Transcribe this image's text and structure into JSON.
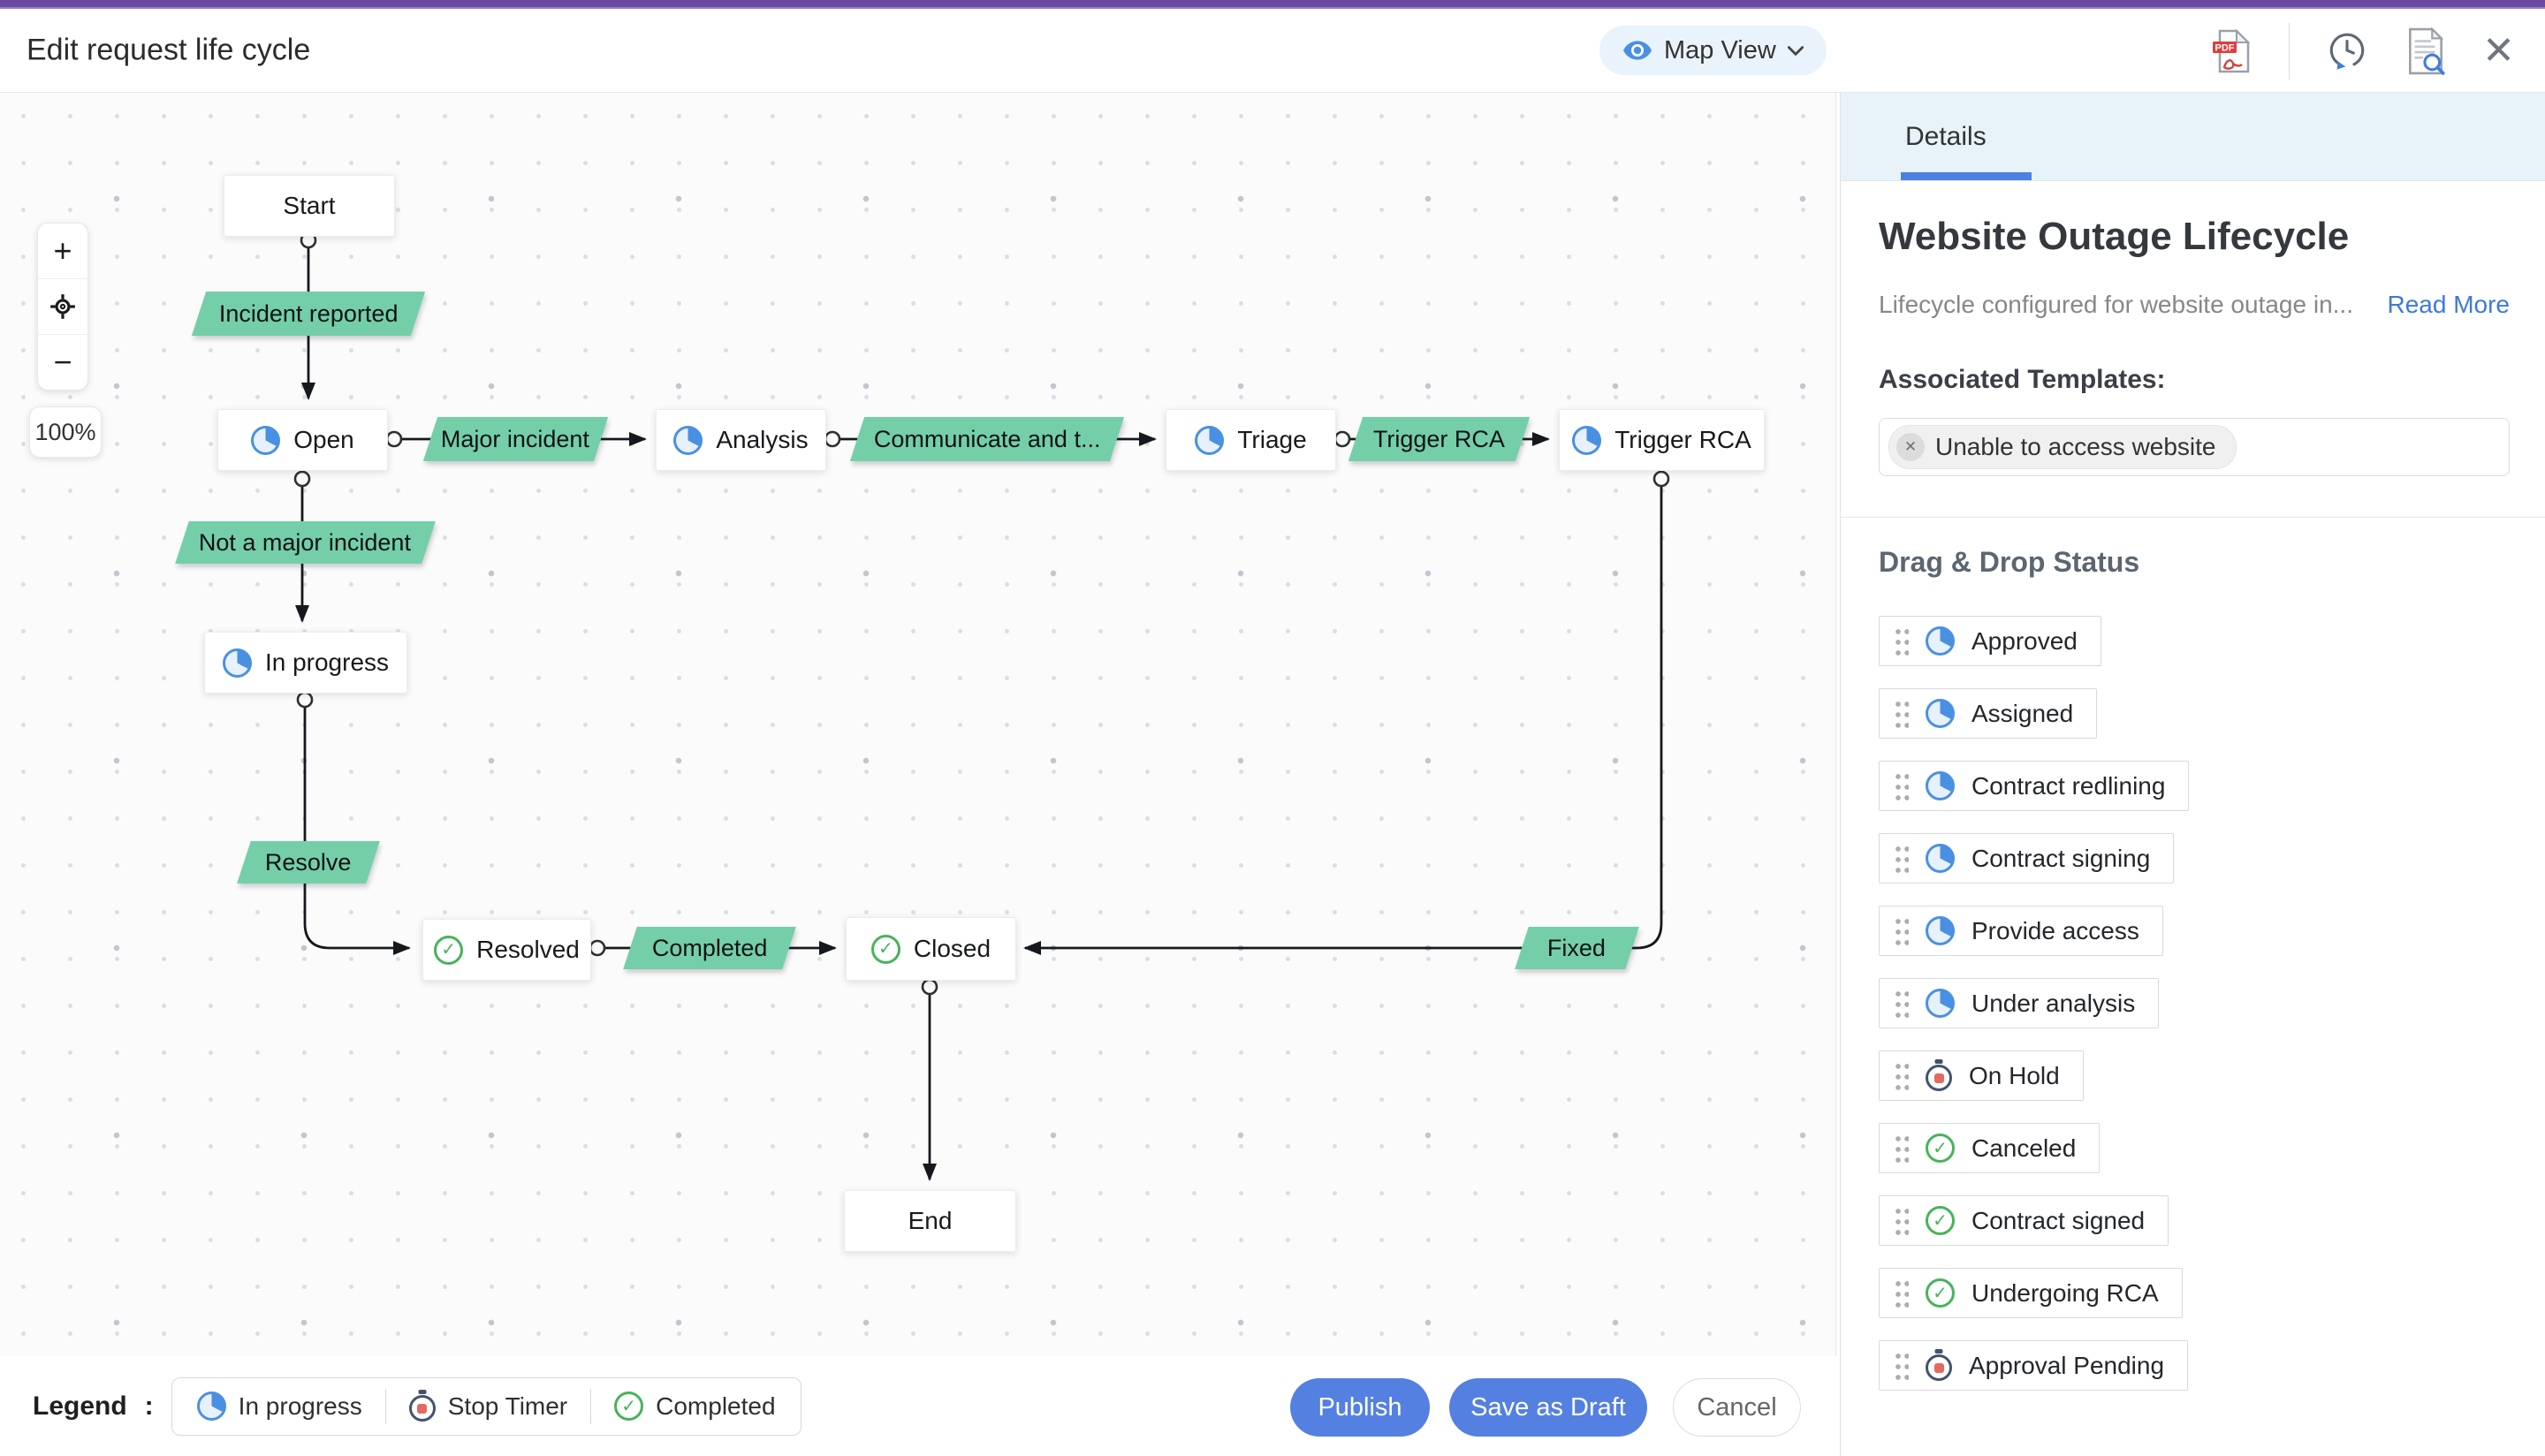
{
  "header": {
    "title": "Edit request life cycle",
    "view_selector": {
      "label": "Map View"
    },
    "icons": [
      "pdf-export-icon",
      "history-icon",
      "document-search-icon",
      "close-icon"
    ]
  },
  "canvas": {
    "controls": {
      "zoom_in": "+",
      "zoom_out": "−",
      "zoom_level": "100%"
    },
    "nodes": {
      "start": {
        "label": "Start"
      },
      "open": {
        "label": "Open",
        "icon": "in-progress"
      },
      "analysis": {
        "label": "Analysis",
        "icon": "in-progress"
      },
      "triage": {
        "label": "Triage",
        "icon": "in-progress"
      },
      "trigger_rca": {
        "label": "Trigger RCA",
        "icon": "in-progress"
      },
      "in_progress": {
        "label": "In progress",
        "icon": "in-progress"
      },
      "resolved": {
        "label": "Resolved",
        "icon": "completed"
      },
      "closed": {
        "label": "Closed",
        "icon": "completed"
      },
      "end": {
        "label": "End"
      }
    },
    "transitions": {
      "incident_reported": {
        "label": "Incident reported"
      },
      "major_incident": {
        "label": "Major incident"
      },
      "communicate": {
        "label": "Communicate and t..."
      },
      "trigger_rca": {
        "label": "Trigger RCA"
      },
      "not_major_incident": {
        "label": "Not a major incident"
      },
      "resolve": {
        "label": "Resolve"
      },
      "completed": {
        "label": "Completed"
      },
      "fixed": {
        "label": "Fixed"
      }
    }
  },
  "panel": {
    "tab": "Details",
    "title": "Website Outage Lifecycle",
    "description": "Lifecycle configured for website outage in...",
    "read_more": "Read More",
    "associated_templates_label": "Associated Templates:",
    "templates": [
      {
        "label": "Unable to access website",
        "remove_icon": "close-circle-icon"
      }
    ],
    "drag_drop_label": "Drag & Drop Status",
    "statuses": [
      {
        "label": "Approved",
        "icon": "in-progress"
      },
      {
        "label": "Assigned",
        "icon": "in-progress"
      },
      {
        "label": "Contract redlining",
        "icon": "in-progress"
      },
      {
        "label": "Contract signing",
        "icon": "in-progress"
      },
      {
        "label": "Provide access",
        "icon": "in-progress"
      },
      {
        "label": "Under analysis",
        "icon": "in-progress"
      },
      {
        "label": "On Hold",
        "icon": "stop-timer"
      },
      {
        "label": "Canceled",
        "icon": "completed"
      },
      {
        "label": "Contract signed",
        "icon": "completed"
      },
      {
        "label": "Undergoing RCA",
        "icon": "completed"
      },
      {
        "label": "Approval Pending",
        "icon": "stop-timer"
      }
    ]
  },
  "footer": {
    "legend_label": "Legend",
    "legend_separator": ":",
    "legend_items": [
      {
        "label": "In progress",
        "icon": "in-progress"
      },
      {
        "label": "Stop Timer",
        "icon": "stop-timer"
      },
      {
        "label": "Completed",
        "icon": "completed"
      }
    ],
    "buttons": {
      "publish": "Publish",
      "save_draft": "Save as Draft",
      "cancel": "Cancel"
    }
  },
  "colors": {
    "brand_purple": "#6b4b9f",
    "accent_blue": "#5480e2",
    "status_in_progress": "#4a90e2",
    "status_completed": "#47b35a",
    "timer_outline": "#44526b",
    "timer_dot": "#e4695e",
    "transition_green": "#74cfa9",
    "tab_strip": "#e8f3f9",
    "tab_underline": "#4c80e1"
  }
}
